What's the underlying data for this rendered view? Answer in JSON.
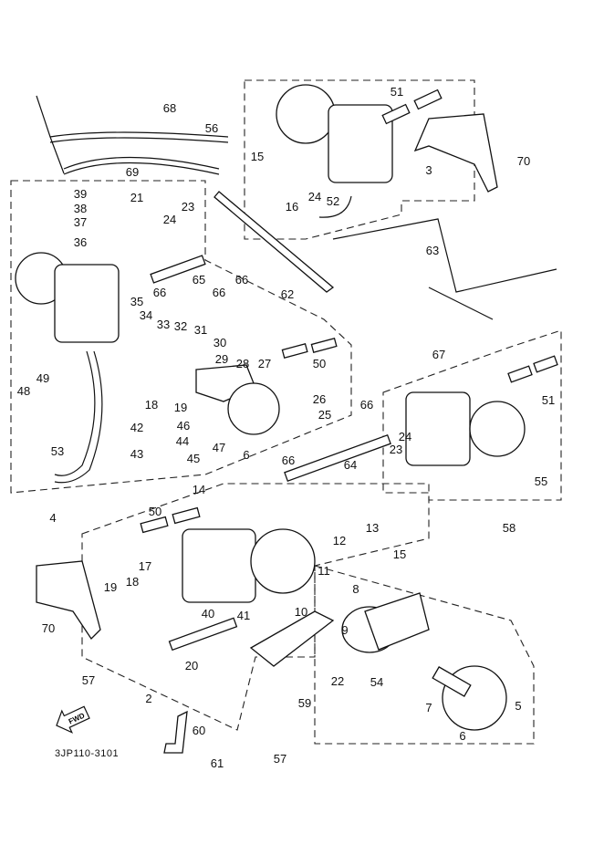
{
  "diagram": {
    "drawing_code": "3JP110-3101",
    "direction_arrow": "FWD",
    "callouts": [
      "68",
      "56",
      "69",
      "51",
      "15",
      "3",
      "70",
      "16",
      "24",
      "52",
      "39",
      "38",
      "37",
      "21",
      "23",
      "24",
      "36",
      "63",
      "65",
      "66",
      "66",
      "66",
      "62",
      "35",
      "34",
      "33",
      "32",
      "31",
      "30",
      "29",
      "28",
      "27",
      "50",
      "67",
      "51",
      "49",
      "48",
      "18",
      "19",
      "26",
      "25",
      "66",
      "42",
      "46",
      "44",
      "43",
      "45",
      "47",
      "6",
      "53",
      "23",
      "24",
      "66",
      "64",
      "55",
      "4",
      "14",
      "13",
      "50",
      "12",
      "15",
      "58",
      "17",
      "8",
      "11",
      "19",
      "18",
      "70",
      "40",
      "41",
      "10",
      "9",
      "20",
      "57",
      "2",
      "22",
      "54",
      "59",
      "7",
      "5",
      "60",
      "61",
      "6",
      "57"
    ]
  }
}
